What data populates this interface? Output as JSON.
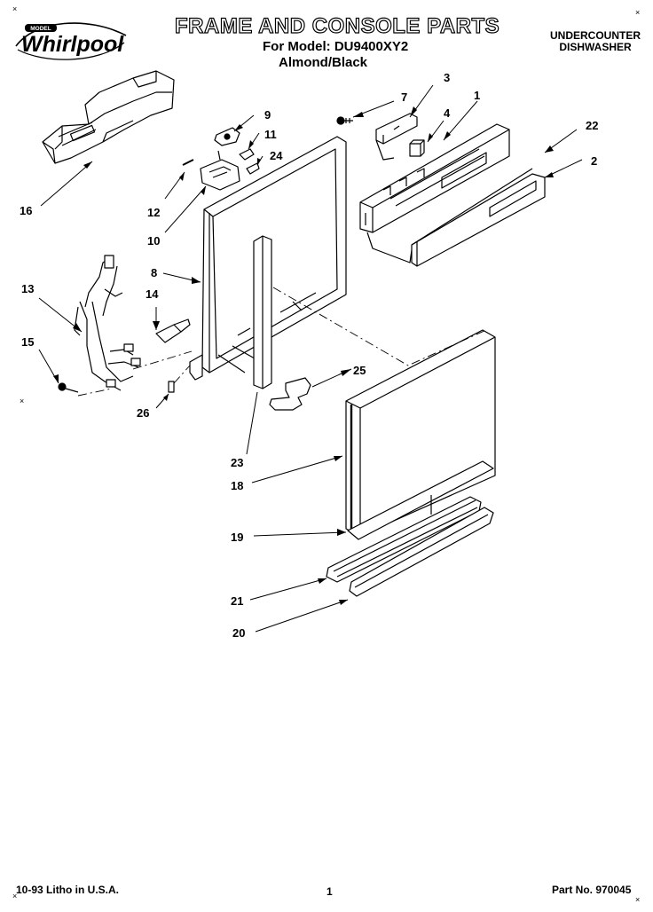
{
  "brand": {
    "logo_text": "Whirlpool",
    "badge_text": "MODEL"
  },
  "header": {
    "title": "FRAME AND CONSOLE PARTS",
    "model_line": "For Model: DU9400XY2",
    "color_line": "Almond/Black",
    "category_line1": "UNDERCOUNTER",
    "category_line2": "DISHWASHER"
  },
  "callouts": {
    "c1": "1",
    "c2": "2",
    "c3": "3",
    "c4": "4",
    "c7": "7",
    "c8": "8",
    "c9": "9",
    "c10": "10",
    "c11": "11",
    "c12": "12",
    "c13": "13",
    "c14": "14",
    "c15": "15",
    "c16": "16",
    "c18": "18",
    "c19": "19",
    "c20": "20",
    "c21": "21",
    "c22": "22",
    "c23": "23",
    "c24": "24",
    "c25": "25",
    "c26": "26"
  },
  "footer": {
    "litho": "10-93 Litho in U.S.A.",
    "page": "1",
    "part_no": "Part No. 970045"
  },
  "colors": {
    "ink": "#000000",
    "paper": "#ffffff",
    "panel_shade": "#d8d8d8"
  }
}
